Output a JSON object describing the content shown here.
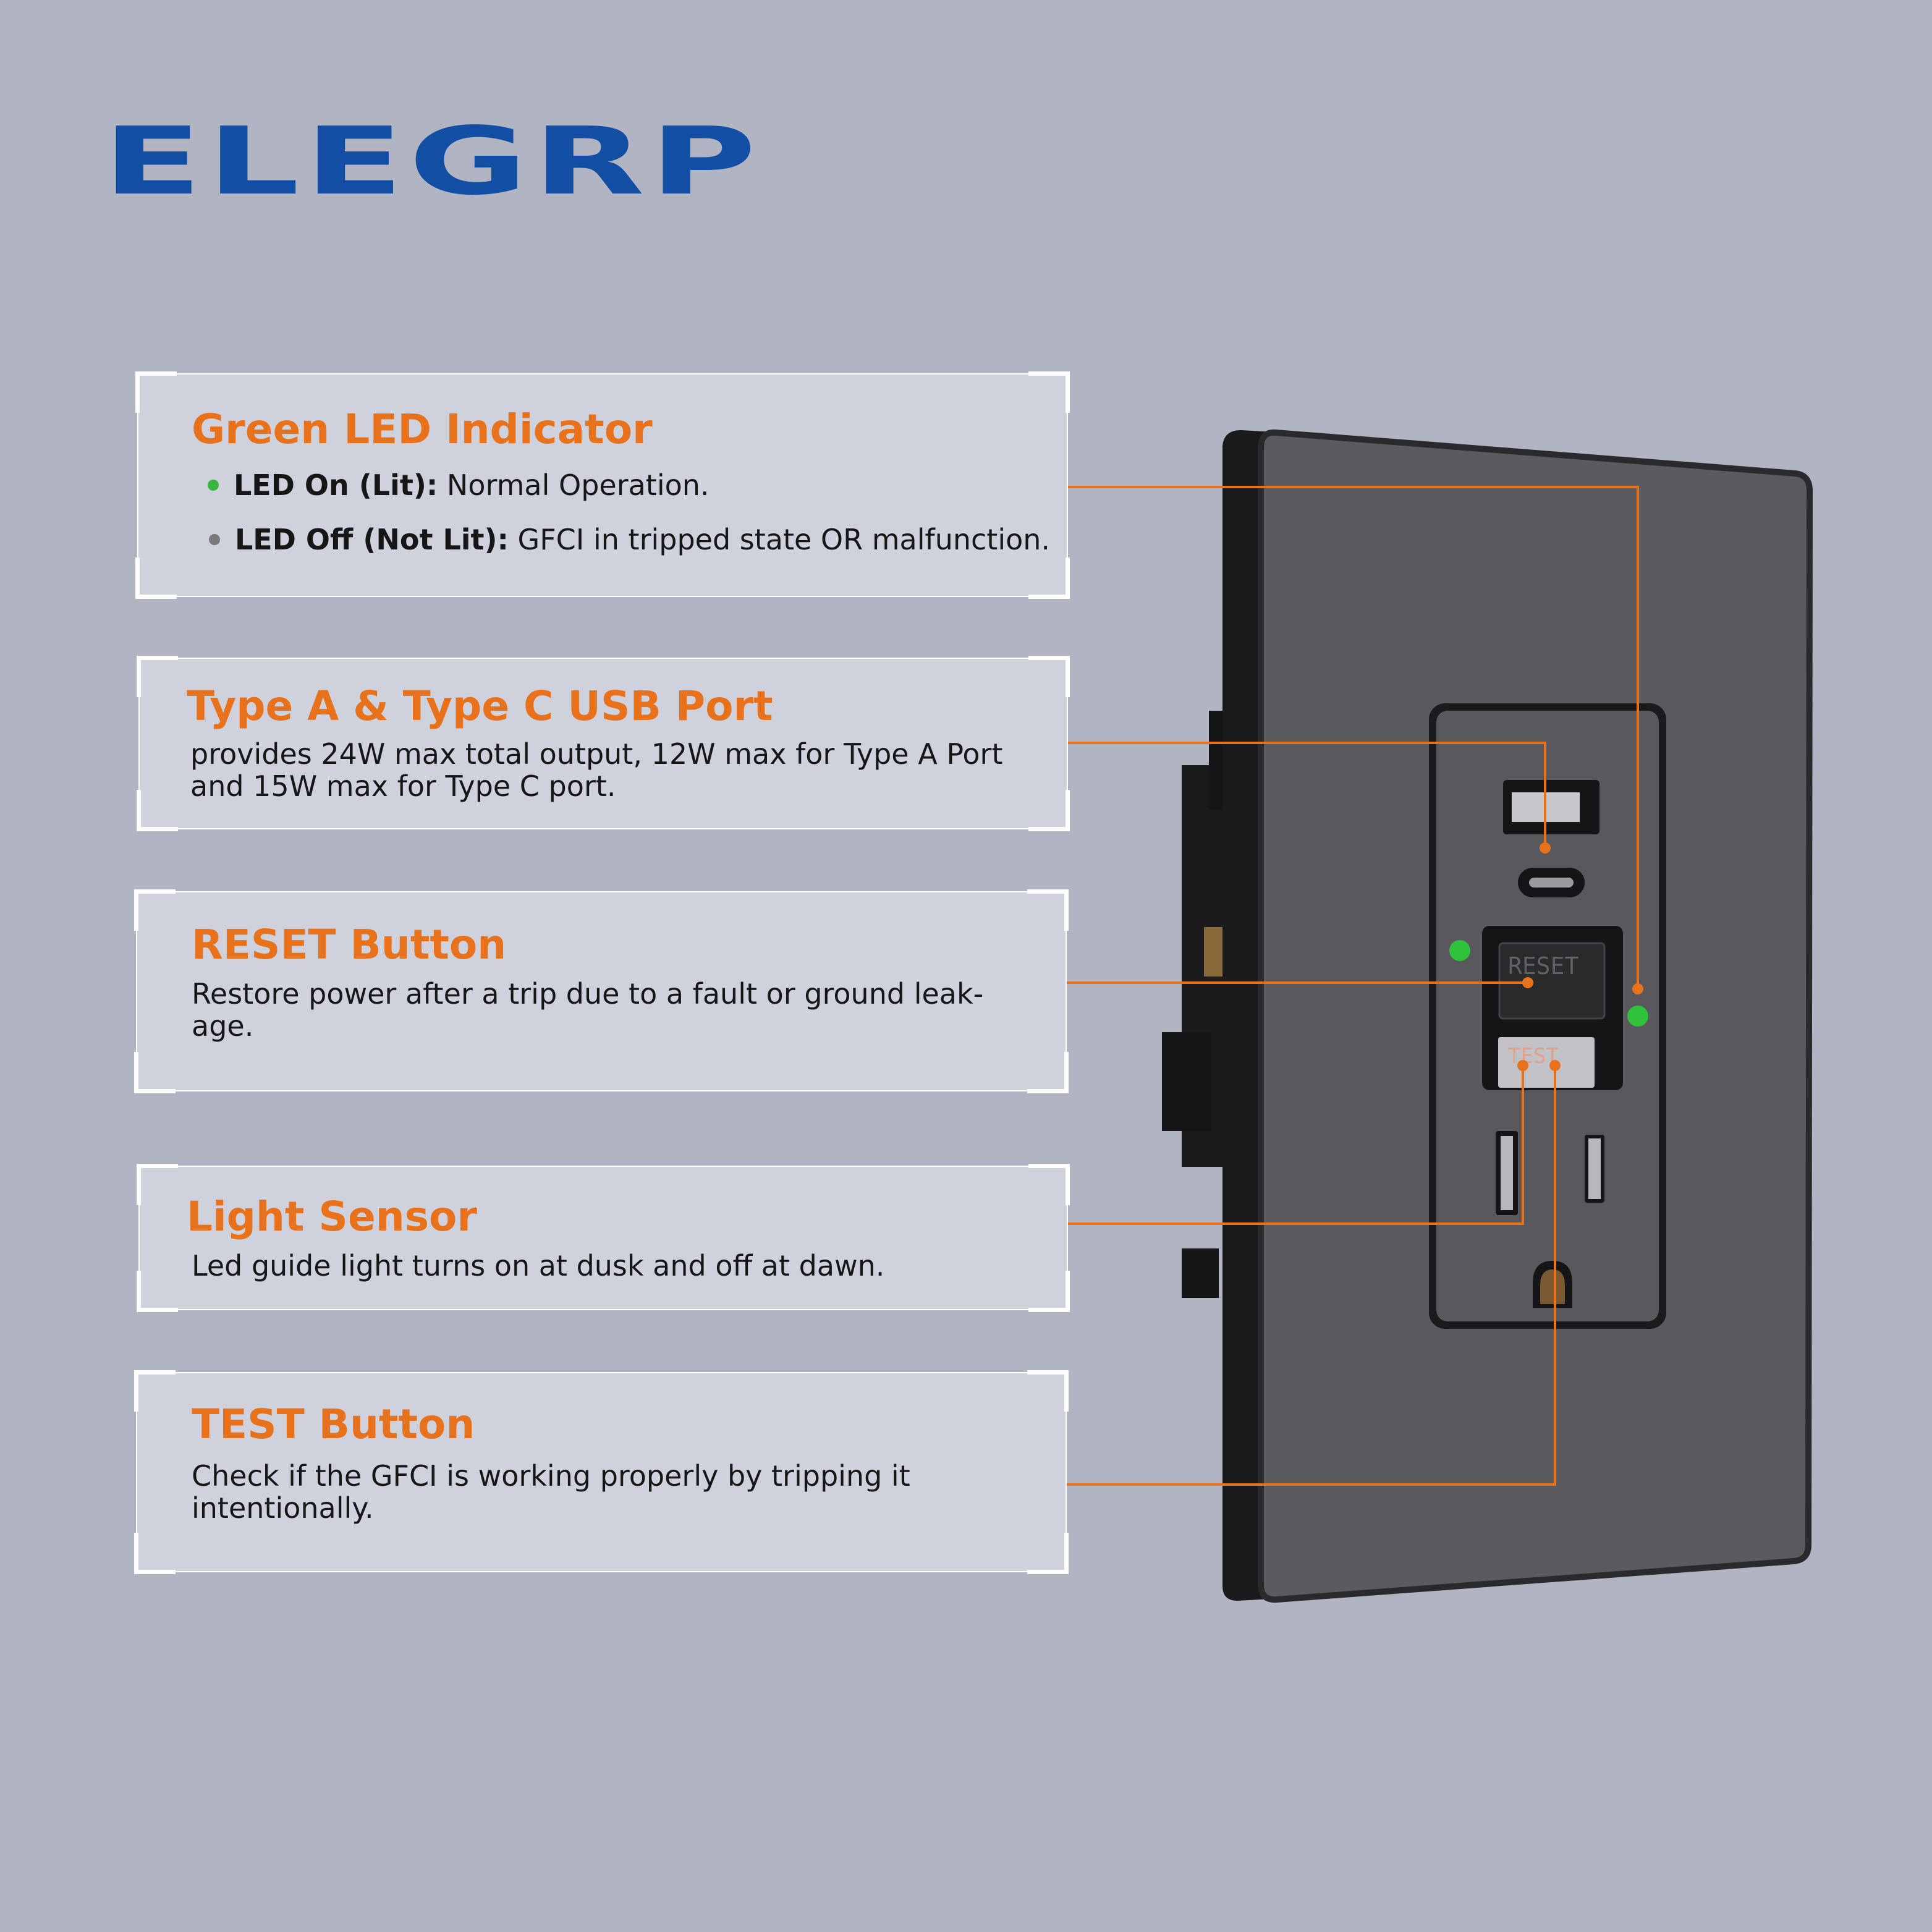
{
  "brand": {
    "logo_text": "ELEGRP",
    "color": "#124ea3"
  },
  "accent_color": "#e8721c",
  "cards": [
    {
      "id": "led",
      "title": "Green LED Indicator",
      "bullets": [
        {
          "label": "LED On (Lit):",
          "text": " Normal Operation.",
          "dot_color": "#39b43e"
        },
        {
          "label": "LED Off (Not Lit):",
          "text": " GFCI in tripped state OR malfunction.",
          "dot_color": "#7a7a7a"
        }
      ]
    },
    {
      "id": "usb",
      "title": "Type A & Type C USB Port",
      "body": "provides 24W max total output, 12W max for Type A Port and 15W max for Type C port."
    },
    {
      "id": "reset",
      "title": "RESET Button",
      "body": "Restore power after a trip due to a fault or ground leak- age."
    },
    {
      "id": "sensor",
      "title": "Light Sensor",
      "body": "Led guide light turns on at dusk and off at dawn."
    },
    {
      "id": "test",
      "title": "TEST Button",
      "body": "Check if the GFCI is working properly by tripping it intentionally."
    }
  ],
  "device": {
    "reset_label": "RESET",
    "test_label": "TEST",
    "led_color": "#2fc23a"
  }
}
